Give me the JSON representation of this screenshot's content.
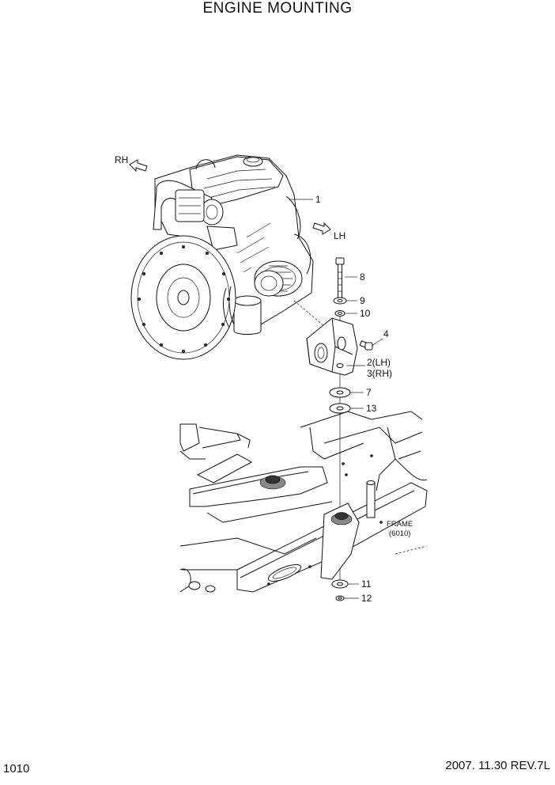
{
  "header": {
    "title": "ENGINE MOUNTING"
  },
  "footer": {
    "page_number": "1010",
    "revision": "2007. 11.30  REV.7L"
  },
  "direction_labels": {
    "rh": "RH",
    "lh": "LH"
  },
  "callouts": {
    "c1": "1",
    "c8": "8",
    "c9": "9",
    "c10": "10",
    "c4": "4",
    "c2": "2(LH)",
    "c3": "3(RH)",
    "c7": "7",
    "c13": "13",
    "c11": "11",
    "c12": "12"
  },
  "frame_label": {
    "name": "FRAME",
    "code": "(6010)"
  }
}
